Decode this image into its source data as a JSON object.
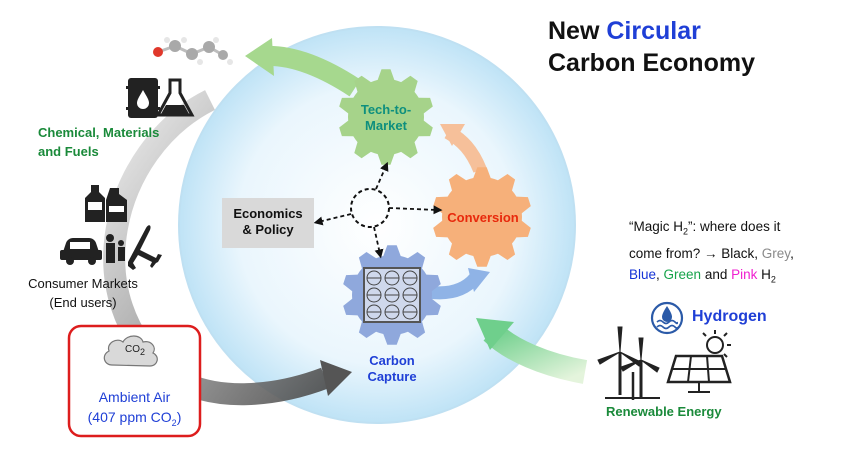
{
  "title": {
    "line1_prefix": "New ",
    "line1_accent": "Circular",
    "line2": "Carbon Economy"
  },
  "gears": {
    "tech_to_market": {
      "line1": "Tech-to-",
      "line2": "Market"
    },
    "conversion": "Conversion",
    "carbon_capture": {
      "line1": "Carbon",
      "line2": "Capture"
    }
  },
  "economics_box": {
    "line1": "Economics",
    "line2": "& Policy"
  },
  "left_labels": {
    "chemicals_line1": "Chemical, Materials",
    "chemicals_line2": "and Fuels",
    "consumer_line1": "Consumer Markets",
    "consumer_line2": "(End users)"
  },
  "ambient_air": {
    "line1": "Ambient Air",
    "line2_prefix": "(407 ppm CO",
    "line2_sub": "2",
    "line2_suffix": ")"
  },
  "cloud": {
    "text": "CO",
    "sub": "2"
  },
  "magic_note": {
    "q1_prefix": "“Magic H",
    "q1_sub": "2",
    "q1_suffix": "”: where does it",
    "q2_prefix": "come from? → Black, ",
    "grey": "Grey",
    "q2_suffix": ",",
    "blue": "Blue",
    "sep1": ", ",
    "green": "Green",
    "sep2": " and ",
    "pink": "Pink",
    "end": " H",
    "end_sub": "2"
  },
  "hydrogen_label": "Hydrogen",
  "renewable_label": "Renewable Energy",
  "colors": {
    "title_accent": "#1f3fd6",
    "tech_gear": "#a6d38a",
    "conversion_gear": "#f6b07a",
    "capture_gear": "#8fa8dc",
    "green_text": "#1a8a3a",
    "red_box": "#dd1d1d",
    "conversion_text": "#e8290c",
    "capture_text": "#1f3fd6",
    "tech_text": "#0e8f7e"
  }
}
